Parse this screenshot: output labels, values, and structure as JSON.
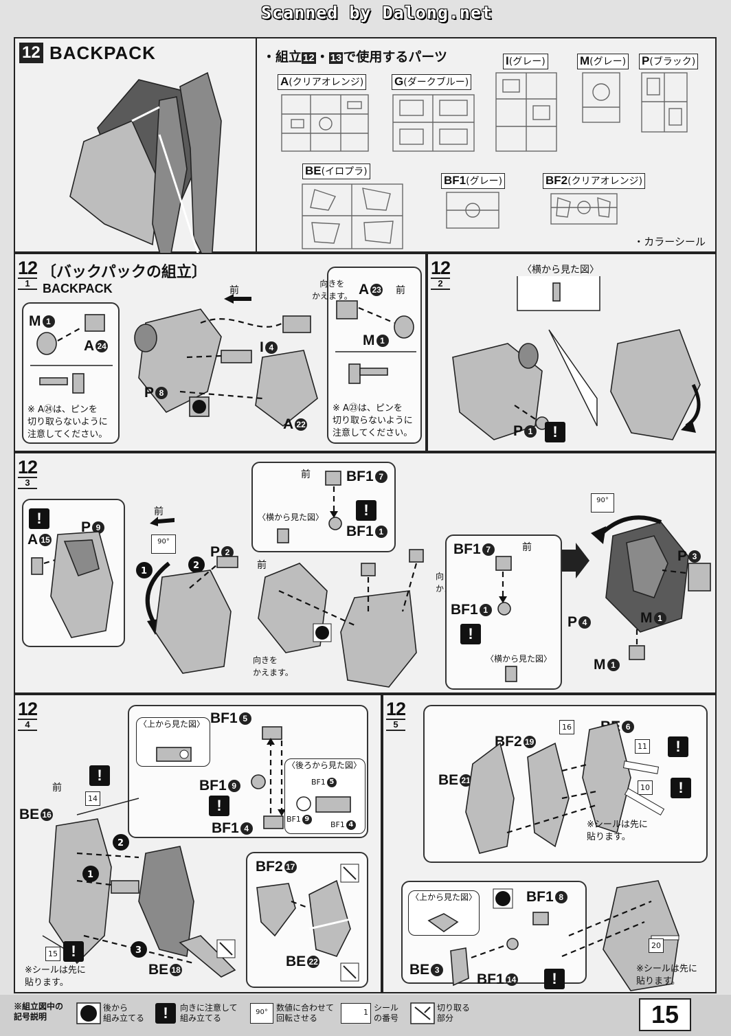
{
  "scan_credit": "Scanned by Dalong.net",
  "step12": {
    "num": "12",
    "title": "BACKPACK",
    "parts_heading_pre": "・組立",
    "parts_heading_a": "12",
    "parts_heading_sep": "・",
    "parts_heading_b": "13",
    "parts_heading_post": "で使用するパーツ",
    "runners": [
      {
        "code": "A",
        "desc": "(クリアオレンジ)"
      },
      {
        "code": "G",
        "desc": "(ダークブルー)"
      },
      {
        "code": "I",
        "desc": "(グレー)"
      },
      {
        "code": "M",
        "desc": "(グレー)"
      },
      {
        "code": "P",
        "desc": "(ブラック)"
      },
      {
        "code": "BE",
        "desc": "(イロプラ)"
      },
      {
        "code": "BF1",
        "desc": "(グレー)"
      },
      {
        "code": "BF2",
        "desc": "(クリアオレンジ)"
      }
    ],
    "color_sticker": "・カラーシール"
  },
  "sub1": {
    "num": "12",
    "sub": "1",
    "title": "〔バックパックの組立〕",
    "subtitle": "BACKPACK",
    "front": "前",
    "turn_note": "向きを\nかえます。",
    "labels": {
      "m1": "M",
      "a24": "A",
      "p8": "P",
      "i4": "I",
      "a22": "A",
      "a23": "A",
      "m1b": "M"
    },
    "n_m1": "1",
    "n_a24": "24",
    "n_p8": "8",
    "n_i4": "4",
    "n_a22": "22",
    "n_a23": "23",
    "note_left": "※ A㉔は、ピンを\n切り取らないように\n注意してください。",
    "note_right": "※ A㉓は、ピンを\n切り取らないように\n注意してください。"
  },
  "sub2": {
    "num": "12",
    "sub": "2",
    "side_view": "〈横から見た図〉",
    "p1": "P",
    "n_p1": "1"
  },
  "sub3": {
    "num": "12",
    "sub": "3",
    "front": "前",
    "p9": "P",
    "n_p9": "9",
    "a15": "A",
    "n_a15": "15",
    "p2": "P",
    "n_p2": "2",
    "bf1": "BF1",
    "n7": "7",
    "n1": "1",
    "side_view": "〈横から見た図〉",
    "turn": "向きを\nかえます。",
    "p3": "P",
    "n_p3": "3",
    "p4": "P",
    "n_p4": "4",
    "m1": "M",
    "n_m1": "1",
    "rot": "90°"
  },
  "sub4": {
    "num": "12",
    "sub": "4",
    "top_view": "〈上から見た図〉",
    "back_view": "〈後ろから見た図〉",
    "bf1": "BF1",
    "bf2": "BF2",
    "be": "BE",
    "front": "前",
    "n5": "5",
    "n9": "9",
    "n4": "4",
    "n16": "16",
    "n17": "17",
    "n18": "18",
    "n22": "22",
    "s14": "14",
    "s15": "15",
    "note": "※シールは先に\n貼ります。"
  },
  "sub5": {
    "num": "12",
    "sub": "5",
    "be": "BE",
    "bf2": "BF2",
    "bf1": "BF1",
    "top_view": "〈上から見た図〉",
    "n6": "6",
    "n19": "19",
    "n21": "21",
    "n8": "8",
    "n3": "3",
    "n14": "14",
    "s16": "16",
    "s11": "11",
    "s10": "10",
    "s20": "20",
    "note1": "※シールは先に\n貼ります。",
    "note2": "※シールは先に\n貼ります。"
  },
  "legend": {
    "title": "※組立図中の\n記号説明",
    "items": [
      {
        "icon": "back-assembly-icon",
        "text": "後から\n組み立てる"
      },
      {
        "icon": "warning-icon",
        "text": "向きに注意して\n組み立てる"
      },
      {
        "icon": "rotate-icon",
        "text": "数値に合わせて\n回転させる"
      },
      {
        "icon": "sticker-icon",
        "text": "シール\nの番号"
      },
      {
        "icon": "cut-icon",
        "text": "切り取る\n部分"
      }
    ],
    "rot": "90°",
    "sticker_n": "1"
  },
  "page_number": "15",
  "colors": {
    "ink": "#111111",
    "paper": "#f1f1f1",
    "shade": "#8a8a8a"
  }
}
